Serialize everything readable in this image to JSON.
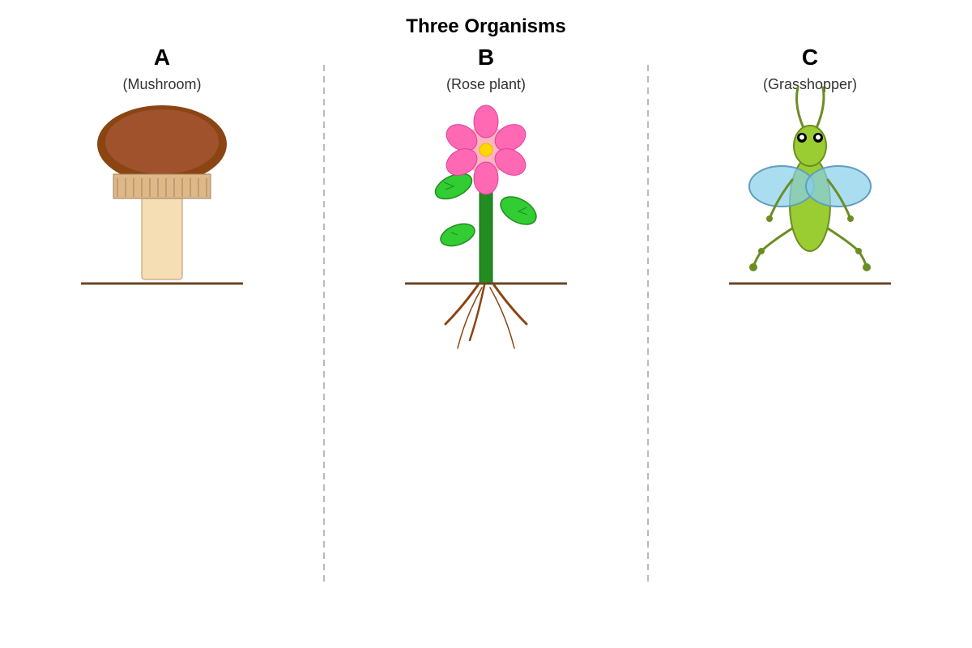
{
  "title": "Three Organisms",
  "panels": [
    {
      "letter": "A",
      "caption": "(Mushroom)",
      "organism": "mushroom"
    },
    {
      "letter": "B",
      "caption": "(Rose plant)",
      "organism": "rose-plant"
    },
    {
      "letter": "C",
      "caption": "(Grasshopper)",
      "organism": "grasshopper"
    }
  ],
  "colors": {
    "ground": "#6b4423",
    "divider": "#bbbbbb",
    "mushroom_cap": "#a0522d",
    "mushroom_cap_edge": "#8b4513",
    "mushroom_gills": "#deb887",
    "mushroom_stem": "#f5deb3",
    "rose_petal": "#ff69b4",
    "rose_center": "#ffd700",
    "rose_stem": "#228b22",
    "leaf": "#32cd32",
    "root": "#8b4513",
    "grasshopper_body": "#9acd32",
    "grasshopper_outline": "#6b8e23",
    "wing": "#87ceeb"
  }
}
